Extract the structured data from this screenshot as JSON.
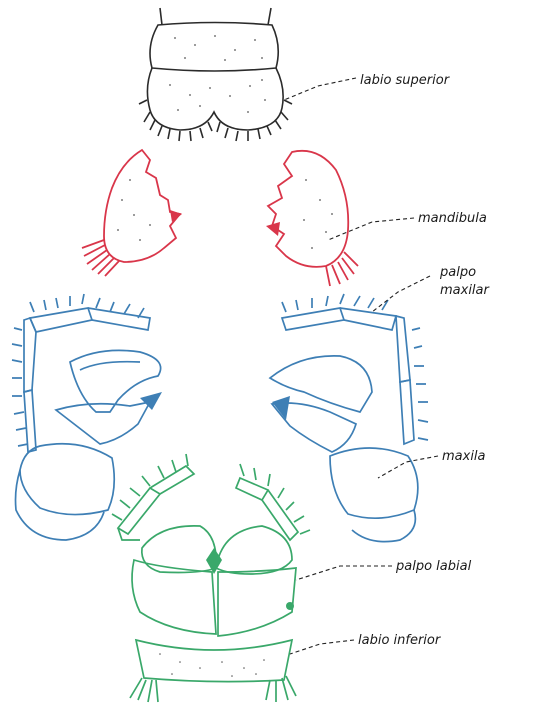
{
  "labels": {
    "labio_superior": "labio superior",
    "mandibula": "mandibula",
    "palpo_maxilar_line1": "palpo",
    "palpo_maxilar_line2": "maxilar",
    "maxila": "maxila",
    "palpo_labial": "palpo labial",
    "labio_inferior": "labio inferior"
  },
  "colors": {
    "labrum": "#2b2b2b",
    "mandible": "#d9364a",
    "maxilla": "#3e7fb5",
    "labium": "#3aa86a",
    "leader": "#222222",
    "text": "#1a1a1a"
  }
}
